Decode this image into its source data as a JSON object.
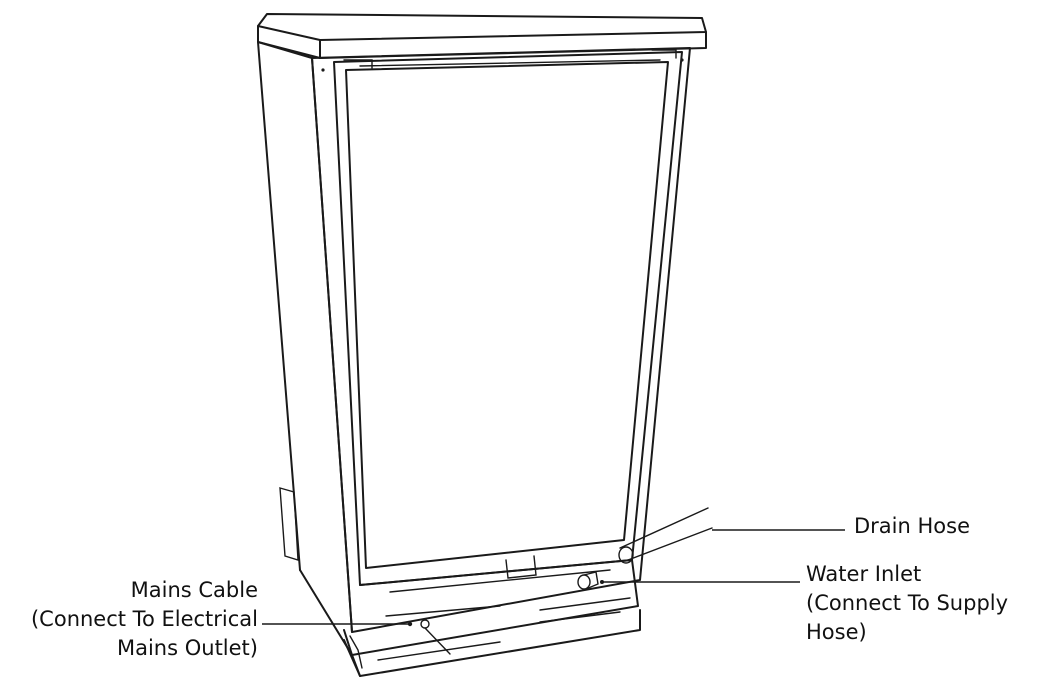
{
  "labels": {
    "drain_hose": "Drain Hose",
    "water_inlet": {
      "line1": "Water Inlet",
      "line2": "(Connect To Supply",
      "line3": "Hose)"
    },
    "mains_cable": {
      "line1": "Mains Cable",
      "line2": "(Connect To Electrical",
      "line3": "Mains Outlet)"
    }
  },
  "colors": {
    "line": "#1a1a1a",
    "background": "#ffffff"
  }
}
